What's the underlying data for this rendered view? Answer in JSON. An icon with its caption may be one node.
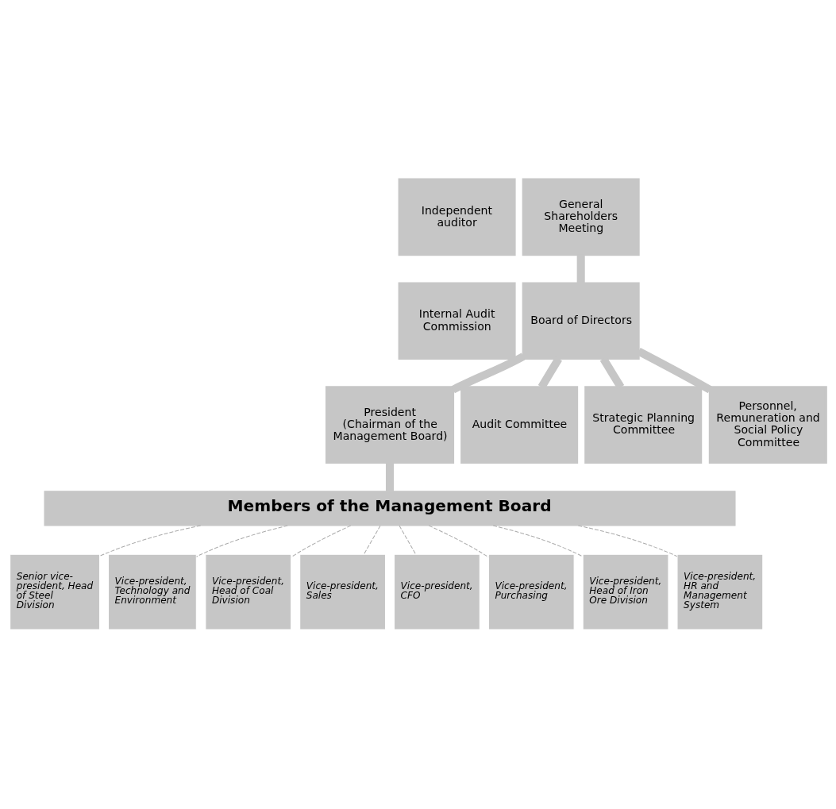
{
  "diagram": {
    "nodes": [
      {
        "text": [
          "Independent auditor"
        ]
      },
      {
        "text": [
          "Internal Audit Commission"
        ]
      },
      {
        "text": [
          "General Shareholders Meeting"
        ]
      },
      {
        "text": [
          "Board of Directors"
        ]
      },
      {
        "text": [
          "President (Chairman of the Management Board)"
        ]
      },
      {
        "text": [
          "Audit Committee"
        ]
      },
      {
        "text": [
          "Strategic Planning Committee"
        ]
      },
      {
        "text": [
          "Personnel, Remuneration and Social Policy Committee"
        ]
      },
      {
        "text": [
          "Members of the Management Board"
        ]
      },
      {
        "text": [
          "Senior vice-president, Head of Steel Division"
        ]
      },
      {
        "text": [
          "Vice-president, Technology and Environment"
        ]
      },
      {
        "text": [
          "Vice-president, Head of Coal Division"
        ]
      },
      {
        "text": [
          "Vice-president, Sales"
        ]
      },
      {
        "text": [
          "Vice-president, CFO"
        ]
      },
      {
        "text": [
          "Vice-president, Purchasing"
        ]
      },
      {
        "text": [
          "Vice-president, Head of Iron Ore Division"
        ]
      },
      {
        "text": [
          "Vice-president, HR and Management System"
        ]
      }
    ],
    "edges": [
      {
        "from": 2,
        "to": 3,
        "arrow": "none",
        "style": "thick"
      },
      {
        "from": 3,
        "to": 4,
        "arrow": "none",
        "style": "thick"
      },
      {
        "from": 3,
        "to": 5,
        "arrow": "none",
        "style": "thick"
      },
      {
        "from": 3,
        "to": 6,
        "arrow": "none",
        "style": "thick"
      },
      {
        "from": 3,
        "to": 7,
        "arrow": "none",
        "style": "thick"
      },
      {
        "from": 4,
        "to": 8,
        "arrow": "none",
        "style": "thick"
      },
      {
        "from": 8,
        "to": 9,
        "arrow": "none",
        "style": "dashed"
      },
      {
        "from": 8,
        "to": 10,
        "arrow": "none",
        "style": "dashed"
      },
      {
        "from": 8,
        "to": 11,
        "arrow": "none",
        "style": "dashed"
      },
      {
        "from": 8,
        "to": 12,
        "arrow": "none",
        "style": "dashed"
      },
      {
        "from": 8,
        "to": 13,
        "arrow": "none",
        "style": "dashed"
      },
      {
        "from": 8,
        "to": 14,
        "arrow": "none",
        "style": "dashed"
      },
      {
        "from": 8,
        "to": 15,
        "arrow": "none",
        "style": "dashed"
      },
      {
        "from": 8,
        "to": 16,
        "arrow": "none",
        "style": "dashed"
      }
    ]
  }
}
